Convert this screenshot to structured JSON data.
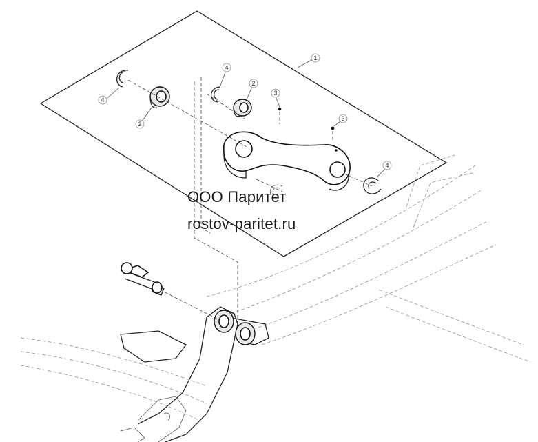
{
  "watermark": {
    "line1": "ООО Паритет",
    "line2": "rostov-paritet.ru"
  },
  "callouts": {
    "assembly": "1",
    "bearing": "2",
    "grease_fitting": "3",
    "snap_ring": "4"
  }
}
